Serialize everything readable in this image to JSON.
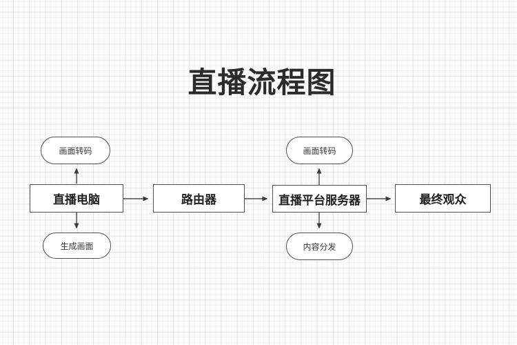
{
  "title": "直播流程图",
  "colors": {
    "line": "#4a4a4a",
    "rect_border": "#4f4f4f",
    "rect_text": "#1f1f1f",
    "rounded_text": "#3a3a3a",
    "background": "#fbfbfa",
    "node_background": "#ffffff"
  },
  "nodes": {
    "encode_left": {
      "label": "画面转码",
      "shape": "rounded"
    },
    "pc": {
      "label": "直播电脑",
      "shape": "rect"
    },
    "generate": {
      "label": "生成画面",
      "shape": "rounded"
    },
    "router": {
      "label": "路由器",
      "shape": "rect"
    },
    "encode_right": {
      "label": "画面转码",
      "shape": "rounded"
    },
    "server": {
      "label": "直播平台服务器",
      "shape": "rect"
    },
    "distribute": {
      "label": "内容分发",
      "shape": "rounded"
    },
    "audience": {
      "label": "最终观众",
      "shape": "rect"
    }
  },
  "edges": [
    {
      "from": "直播电脑",
      "to": "画面转码",
      "direction": "up"
    },
    {
      "from": "直播电脑",
      "to": "生成画面",
      "direction": "down"
    },
    {
      "from": "直播电脑",
      "to": "路由器",
      "direction": "right"
    },
    {
      "from": "路由器",
      "to": "直播平台服务器",
      "direction": "right"
    },
    {
      "from": "直播平台服务器",
      "to": "画面转码",
      "direction": "up"
    },
    {
      "from": "直播平台服务器",
      "to": "内容分发",
      "direction": "down"
    },
    {
      "from": "直播平台服务器",
      "to": "最终观众",
      "direction": "right"
    }
  ]
}
